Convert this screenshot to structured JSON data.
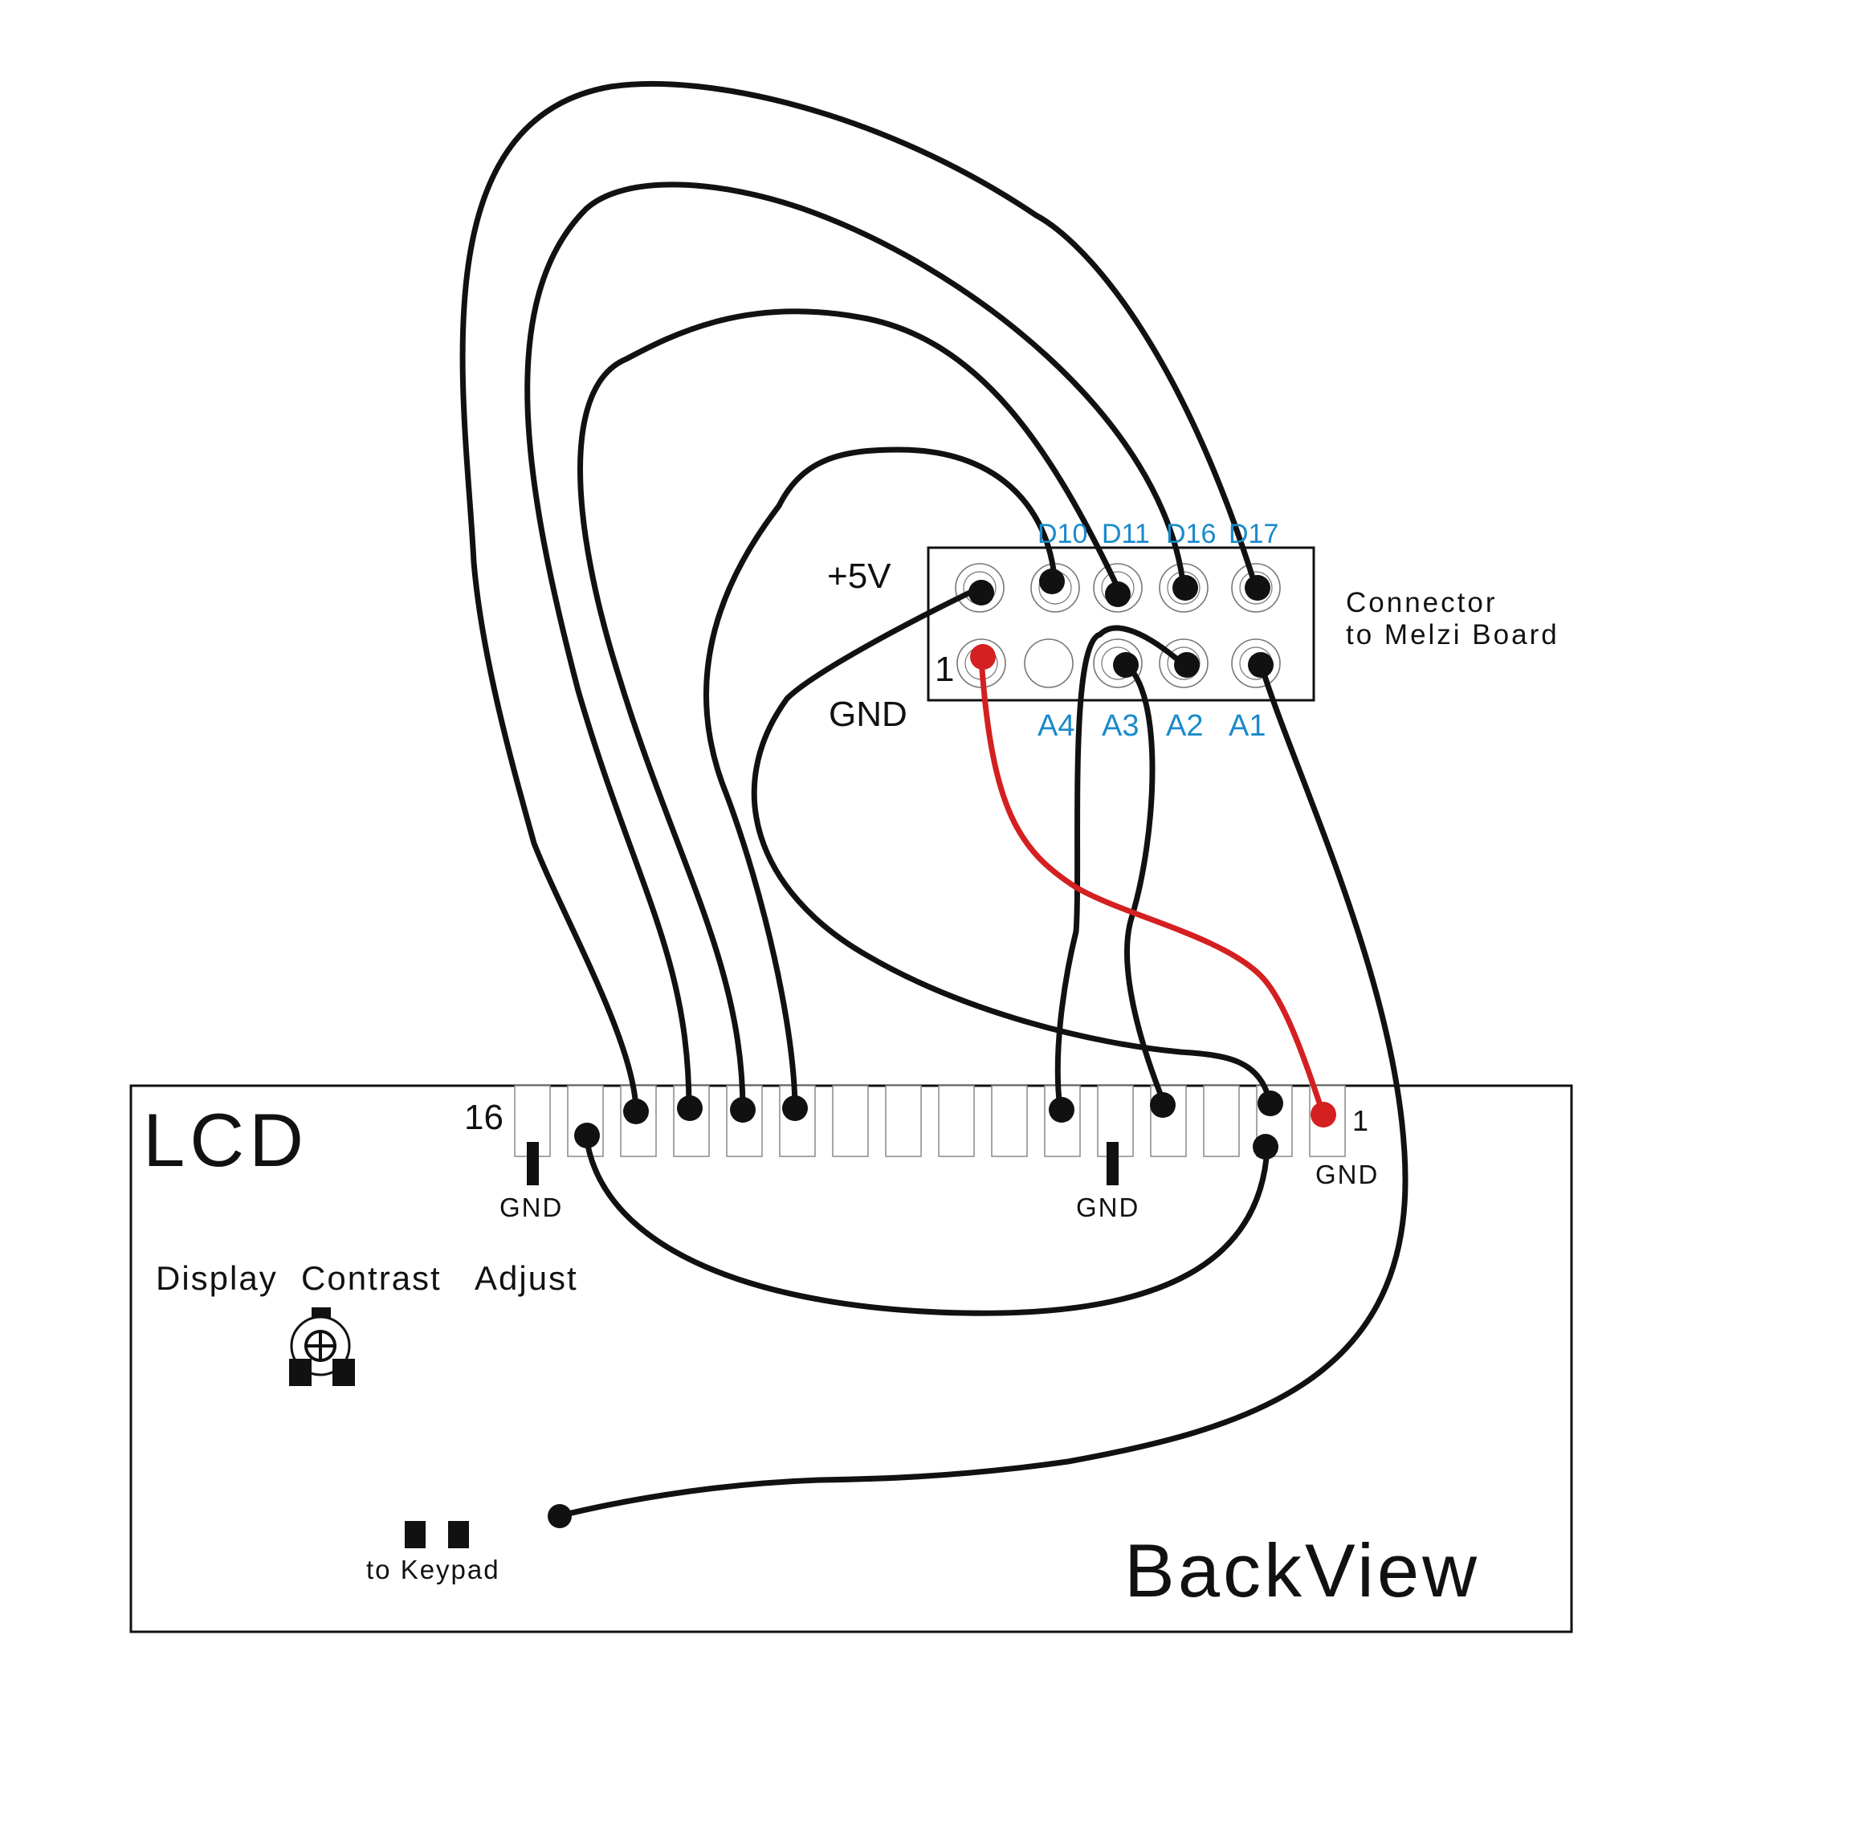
{
  "lcd": {
    "title": "LCD",
    "pin_first_label": "16",
    "pin_last_label": "1",
    "gnd_left": "GND",
    "gnd_mid": "GND",
    "gnd_right": "GND",
    "contrast_label_1": "Display",
    "contrast_label_2": "Contrast",
    "contrast_label_3": "Adjust",
    "keypad_label": "to Keypad",
    "view_label": "BackView"
  },
  "connector": {
    "label_line1": "Connector",
    "label_line2": "to Melzi Board",
    "power_label": "+5V",
    "ground_label": "GND",
    "pin1_label": "1",
    "top_signals": [
      "D10",
      "D11",
      "D16",
      "D17"
    ],
    "bottom_signals": [
      "A4",
      "A3",
      "A2",
      "A1"
    ]
  },
  "colors": {
    "wire": "#111111",
    "power_wire": "#d42020",
    "signal_label": "#1a8acb"
  }
}
